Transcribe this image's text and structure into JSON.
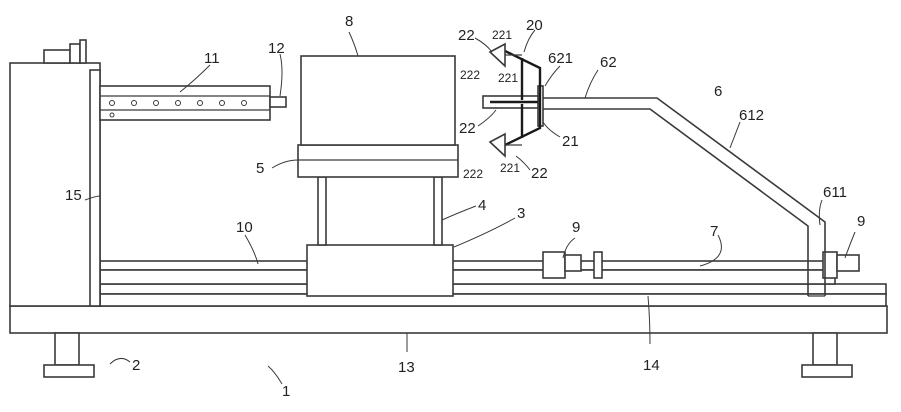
{
  "labels": {
    "n1": "1",
    "n2": "2",
    "n3": "3",
    "n4": "4",
    "n5": "5",
    "n6": "6",
    "n7": "7",
    "n8": "8",
    "n9a": "9",
    "n9b": "9",
    "n10": "10",
    "n11": "11",
    "n12": "12",
    "n13": "13",
    "n14": "14",
    "n15": "15",
    "n20": "20",
    "n21": "21",
    "n22a": "22",
    "n22b": "22",
    "n22c": "22",
    "n221a": "221",
    "n221b": "221",
    "n221c": "221",
    "n222a": "222",
    "n222b": "222",
    "n62": "62",
    "n621": "621",
    "n611": "611",
    "n612": "612"
  }
}
